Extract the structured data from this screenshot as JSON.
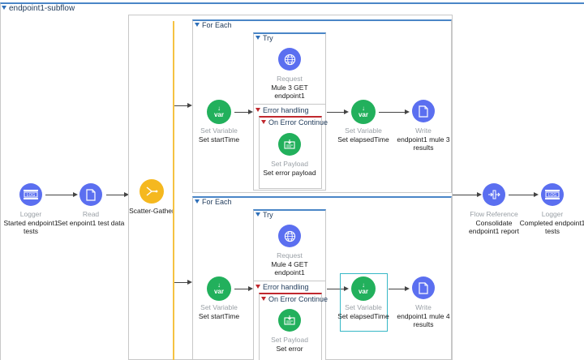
{
  "flow": {
    "title": "endpoint1-subflow"
  },
  "main": {
    "logger_start": {
      "type": "Logger",
      "name": "Started endpoint1 tests"
    },
    "read": {
      "type": "Read",
      "name": "Set enpoint1 test data"
    },
    "scatter": {
      "name": "Scatter-Gather"
    },
    "flow_ref": {
      "type": "Flow Reference",
      "name": "Consolidate endpoint1 report"
    },
    "logger_end": {
      "type": "Logger",
      "name": "Completed endpoint1 tests"
    }
  },
  "route1": {
    "title": "For Each",
    "set_start": {
      "type": "Set Variable",
      "name": "Set startTime"
    },
    "try_title": "Try",
    "request": {
      "type": "Request",
      "name": "Mule 3 GET endpoint1"
    },
    "error_handling": "Error handling",
    "on_error": "On Error Continue",
    "set_payload": {
      "type": "Set Payload",
      "name": "Set error payload"
    },
    "set_elapsed": {
      "type": "Set Variable",
      "name": "Set elapsedTime"
    },
    "write": {
      "type": "Write",
      "name": "endpoint1 mule 3 results"
    }
  },
  "route2": {
    "title": "For Each",
    "set_start": {
      "type": "Set Variable",
      "name": "Set startTime"
    },
    "try_title": "Try",
    "request": {
      "type": "Request",
      "name": "Mule 4 GET endpoint1"
    },
    "error_handling": "Error handling",
    "on_error": "On Error Continue",
    "set_payload": {
      "type": "Set Payload",
      "name": "Set error"
    },
    "set_elapsed": {
      "type": "Set Variable",
      "name": "Set elapsedTime"
    },
    "write": {
      "type": "Write",
      "name": "endpoint1 mule 4 results"
    }
  },
  "icons": {
    "var_text": "var",
    "logger_text": "LOG"
  },
  "colors": {
    "accent": "#4a86c7",
    "error": "#c0282e",
    "processor_blue": "#5b6ff0",
    "variable_green": "#22b05c",
    "router_yellow": "#f5b81f",
    "selection": "#37b8c6"
  }
}
